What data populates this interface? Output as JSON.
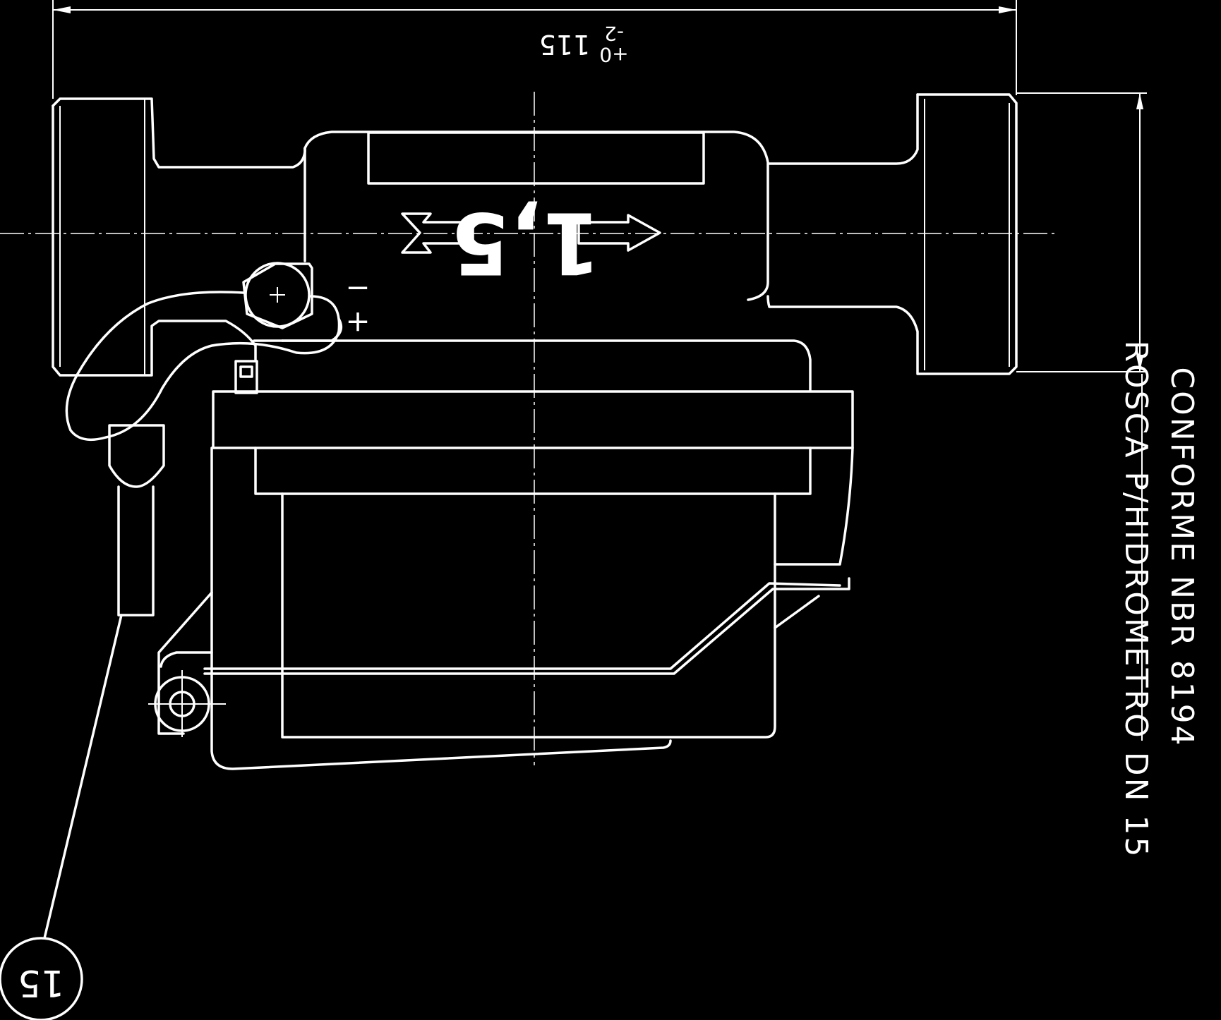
{
  "dimensions": {
    "overall_length": "115",
    "tol_lower": "-2",
    "tol_upper": "+0"
  },
  "flow_marking": "1,5",
  "polarity": {
    "minus": "−",
    "plus": "+"
  },
  "callout": "15",
  "thread_note": {
    "line1": "ROSCA P/HIDROMETRO DN 15",
    "line2": "CONFORME NBR 8194"
  },
  "colors": {
    "background": "#000000",
    "lines": "#ffffff"
  }
}
